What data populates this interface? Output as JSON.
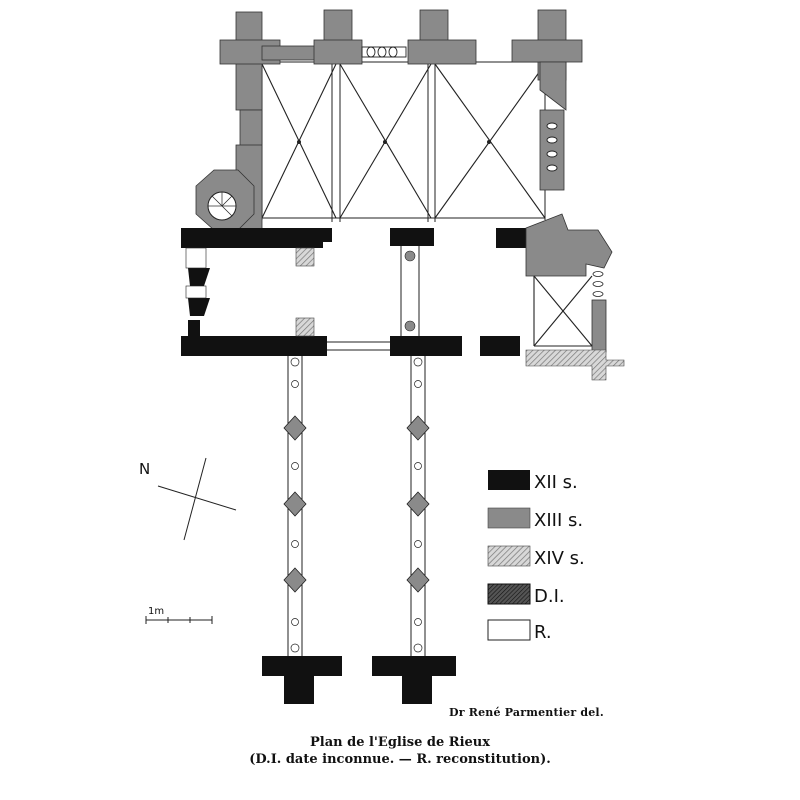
{
  "legend": [
    {
      "label": "XII s.",
      "style": "solid"
    },
    {
      "label": "XIII s.",
      "style": "gray"
    },
    {
      "label": "XIV s.",
      "style": "hatch"
    },
    {
      "label": "D.I.",
      "style": "dark-hatch"
    },
    {
      "label": "R.",
      "style": "empty"
    }
  ],
  "north_label": "N",
  "scale_label": "1m",
  "credit": "Dr René Parmentier del.",
  "caption": {
    "line1": "Plan de l'Eglise de Rieux",
    "line2": "(D.I. date inconnue. — R. reconstitution)."
  },
  "colors": {
    "solid": "#111111",
    "gray": "#8a8a8a",
    "hatch": "#b5b5b5",
    "outline": "#222222"
  }
}
